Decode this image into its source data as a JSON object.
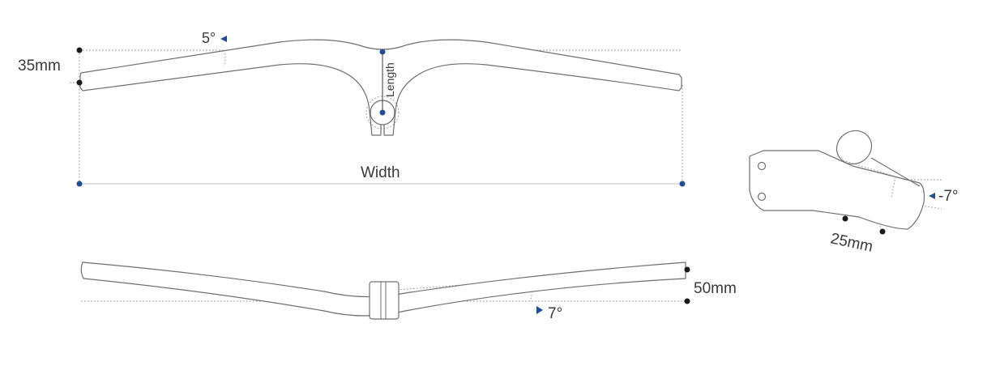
{
  "labels": {
    "rise_top": "35mm",
    "sweep_angle_top": "5°",
    "length": "Length",
    "width": "Width",
    "rise_front": "50mm",
    "sweep_angle_front": "7°",
    "stem_angle": "-7°",
    "stem_offset": "25mm"
  },
  "colors": {
    "accent_point": "#1f4e94",
    "black_point": "#1a1a1a",
    "outline": "#6f6f6f",
    "text": "#3a3a3a"
  }
}
